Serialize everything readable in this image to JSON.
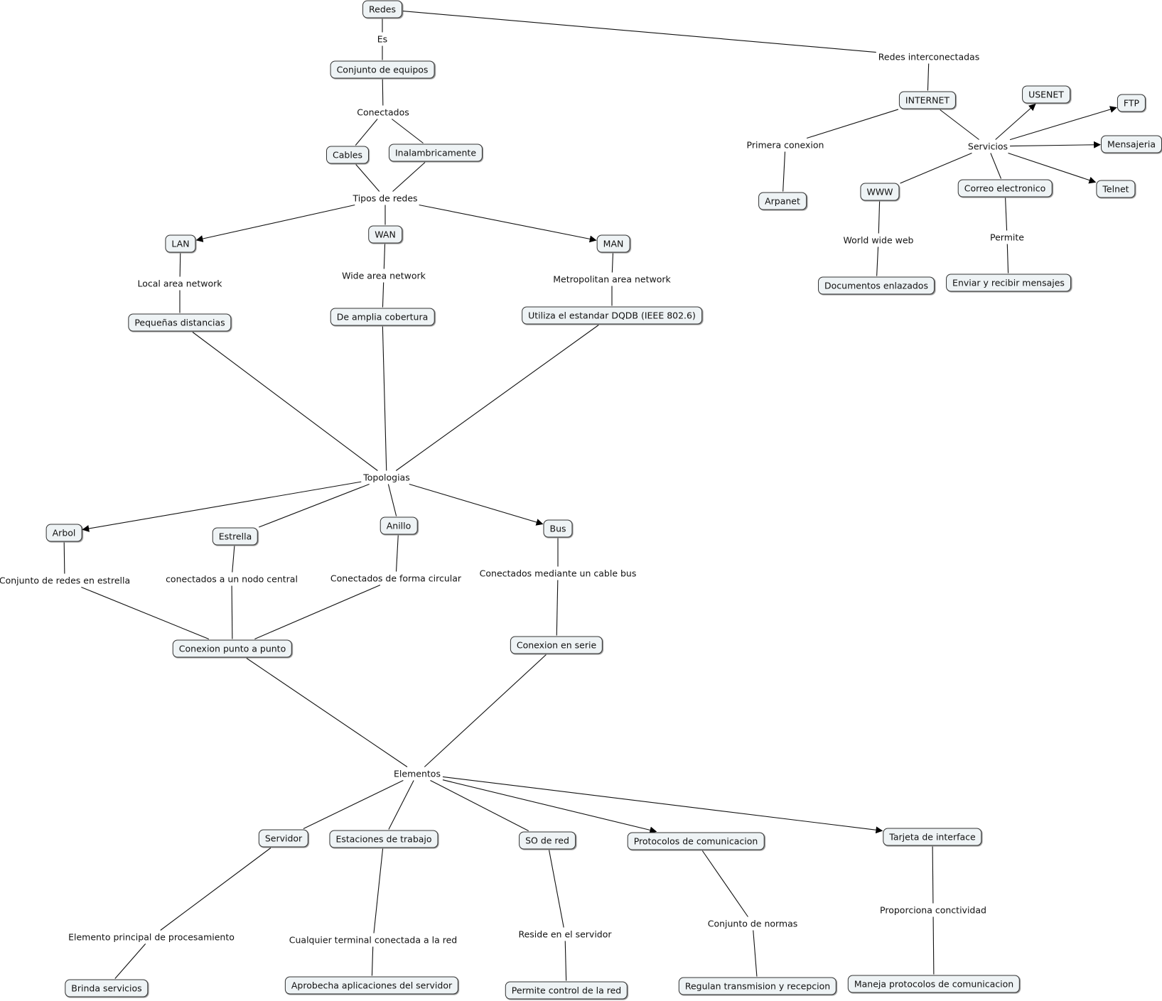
{
  "concepts": {
    "redes": "Redes",
    "conjunto_equipos": "Conjunto de equipos",
    "cables": "Cables",
    "inalambricamente": "Inalambricamente",
    "lan": "LAN",
    "wan": "WAN",
    "man": "MAN",
    "pequenas": "Pequeñas distancias",
    "amplia": "De amplia cobertura",
    "dqdb": "Utiliza el estandar DQDB (IEEE 802.6)",
    "arbol": "Arbol",
    "estrella": "Estrella",
    "anillo": "Anillo",
    "bus": "Bus",
    "punto": "Conexion punto a punto",
    "serie": "Conexion en serie",
    "servidor": "Servidor",
    "estaciones": "Estaciones de trabajo",
    "so_red": "SO de red",
    "protocolos": "Protocolos de comunicacion",
    "tarjeta": "Tarjeta de interface",
    "brinda": "Brinda servicios",
    "aprobecha": "Aprobecha aplicaciones del servidor",
    "permite_control": "Permite control de la red",
    "regulan": "Regulan transmision y recepcion",
    "maneja": "Maneja protocolos de comunicacion",
    "internet": "INTERNET",
    "usenet": "USENET",
    "ftp": "FTP",
    "mensajeria": "Mensajeria",
    "telnet": "Telnet",
    "arpanet": "Arpanet",
    "www": "WWW",
    "correo": "Correo electronico",
    "documentos": "Documentos enlazados",
    "enviar": "Enviar y recibir mensajes"
  },
  "phrases": {
    "es": "Es",
    "conectados": "Conectados",
    "tipos": "Tipos de redes",
    "local": "Local area network",
    "wide": "Wide area network",
    "metro": "Metropolitan area network",
    "topologias": "Topologias",
    "conj_estrella": "Conjunto de redes en estrella",
    "nodo_central": "conectados a un nodo central",
    "forma_circular": "Conectados de forma circular",
    "cable_bus": "Conectados mediante un cable bus",
    "elementos": "Elementos",
    "elemento_principal": "Elemento principal de procesamiento",
    "cualquier_terminal": "Cualquier terminal conectada a la red",
    "reside": "Reside en el servidor",
    "conj_normas": "Conjunto de normas",
    "proporciona": "Proporciona conctividad",
    "redes_inter": "Redes interconectadas",
    "servicios": "Servicios",
    "primera": "Primera conexion",
    "world_wide": "World wide web",
    "permite": "Permite"
  },
  "edges": [
    [
      "redes",
      "es",
      false
    ],
    [
      "es",
      "conjunto_equipos",
      false
    ],
    [
      "conjunto_equipos",
      "conectados",
      false
    ],
    [
      "conectados",
      "cables",
      false
    ],
    [
      "conectados",
      "inalambricamente",
      false
    ],
    [
      "cables",
      "tipos",
      false
    ],
    [
      "inalambricamente",
      "tipos",
      false
    ],
    [
      "tipos",
      "lan",
      true
    ],
    [
      "tipos",
      "wan",
      false
    ],
    [
      "tipos",
      "man",
      true
    ],
    [
      "lan",
      "local",
      false
    ],
    [
      "local",
      "pequenas",
      false
    ],
    [
      "wan",
      "wide",
      false
    ],
    [
      "wide",
      "amplia",
      false
    ],
    [
      "man",
      "metro",
      false
    ],
    [
      "metro",
      "dqdb",
      false
    ],
    [
      "pequenas",
      "topologias",
      false
    ],
    [
      "amplia",
      "topologias",
      false
    ],
    [
      "dqdb",
      "topologias",
      false
    ],
    [
      "topologias",
      "arbol",
      true
    ],
    [
      "topologias",
      "estrella",
      false
    ],
    [
      "topologias",
      "anillo",
      false
    ],
    [
      "topologias",
      "bus",
      true
    ],
    [
      "arbol",
      "conj_estrella",
      false
    ],
    [
      "conj_estrella",
      "punto",
      false
    ],
    [
      "estrella",
      "nodo_central",
      false
    ],
    [
      "nodo_central",
      "punto",
      false
    ],
    [
      "anillo",
      "forma_circular",
      false
    ],
    [
      "forma_circular",
      "punto",
      false
    ],
    [
      "bus",
      "cable_bus",
      false
    ],
    [
      "cable_bus",
      "serie",
      false
    ],
    [
      "punto",
      "elementos",
      false
    ],
    [
      "serie",
      "elementos",
      false
    ],
    [
      "elementos",
      "servidor",
      false
    ],
    [
      "elementos",
      "estaciones",
      false
    ],
    [
      "elementos",
      "so_red",
      false
    ],
    [
      "elementos",
      "protocolos",
      true
    ],
    [
      "elementos",
      "tarjeta",
      true
    ],
    [
      "servidor",
      "elemento_principal",
      false
    ],
    [
      "elemento_principal",
      "brinda",
      false
    ],
    [
      "estaciones",
      "cualquier_terminal",
      false
    ],
    [
      "cualquier_terminal",
      "aprobecha",
      false
    ],
    [
      "so_red",
      "reside",
      false
    ],
    [
      "reside",
      "permite_control",
      false
    ],
    [
      "protocolos",
      "conj_normas",
      false
    ],
    [
      "conj_normas",
      "regulan",
      false
    ],
    [
      "tarjeta",
      "proporciona",
      false
    ],
    [
      "proporciona",
      "maneja",
      false
    ],
    [
      "redes",
      "redes_inter",
      false
    ],
    [
      "redes_inter",
      "internet",
      false
    ],
    [
      "internet",
      "primera",
      false
    ],
    [
      "primera",
      "arpanet",
      false
    ],
    [
      "internet",
      "servicios",
      false
    ],
    [
      "servicios",
      "usenet",
      true
    ],
    [
      "servicios",
      "ftp",
      true
    ],
    [
      "servicios",
      "mensajeria",
      true
    ],
    [
      "servicios",
      "telnet",
      true
    ],
    [
      "servicios",
      "www",
      false
    ],
    [
      "servicios",
      "correo",
      false
    ],
    [
      "www",
      "world_wide",
      false
    ],
    [
      "world_wide",
      "documentos",
      false
    ],
    [
      "correo",
      "permite",
      false
    ],
    [
      "permite",
      "enviar",
      false
    ]
  ]
}
